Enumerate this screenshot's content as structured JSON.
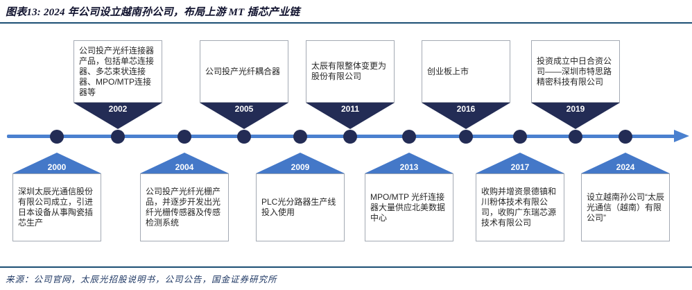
{
  "figure": {
    "title": "图表13: 2024 年公司设立越南孙公司，布局上游 MT 插芯产业链",
    "source": "来源：公司官网，太辰光招股说明书，公司公告，国金证券研究所"
  },
  "timeline": {
    "type": "horizontal-arrow-timeline",
    "direction": "left-to-right",
    "events": [
      {
        "year": "2000",
        "side": "bottom",
        "text": "深圳太辰光通信股份有限公司成立，引进日本设备从事陶瓷插芯生产"
      },
      {
        "year": "2002",
        "side": "top",
        "text": "公司投产光纤连接器产品，包括单芯连接器、多芯束状连接器、MPO/MTP连接器等"
      },
      {
        "year": "2004",
        "side": "bottom",
        "text": "公司投产光纤光栅产品，并逐步开发出光纤光栅传感器及传感检测系统"
      },
      {
        "year": "2005",
        "side": "top",
        "text": "公司投产光纤耦合器"
      },
      {
        "year": "2009",
        "side": "bottom",
        "text": "PLC光分路器生产线投入使用"
      },
      {
        "year": "2011",
        "side": "top",
        "text": "太辰有限整体变更为股份有限公司"
      },
      {
        "year": "2013",
        "side": "bottom",
        "text": "MPO/MTP 光纤连接器大量供应北美数据中心"
      },
      {
        "year": "2016",
        "side": "top",
        "text": "创业板上市"
      },
      {
        "year": "2017",
        "side": "bottom",
        "text": "收购并增资景德镇和川粉体技术有限公司，收购广东瑞芯源技术有限公司"
      },
      {
        "year": "2019",
        "side": "top",
        "text": "投资成立中日合资公司——深圳市特思路精密科技有限公司"
      },
      {
        "year": "2024",
        "side": "bottom",
        "text": "设立越南孙公司“太辰光通信（越南）有限公司”"
      }
    ]
  },
  "colors": {
    "navy_marker": "#232c55",
    "blue_marker": "#4478c8",
    "axis_blue": "#4a80cf",
    "rule_blue": "#1b4f74",
    "title_text": "#10122e",
    "source_text": "#1f3864",
    "box_border": "#a3a9b3",
    "box_text": "#262626"
  }
}
